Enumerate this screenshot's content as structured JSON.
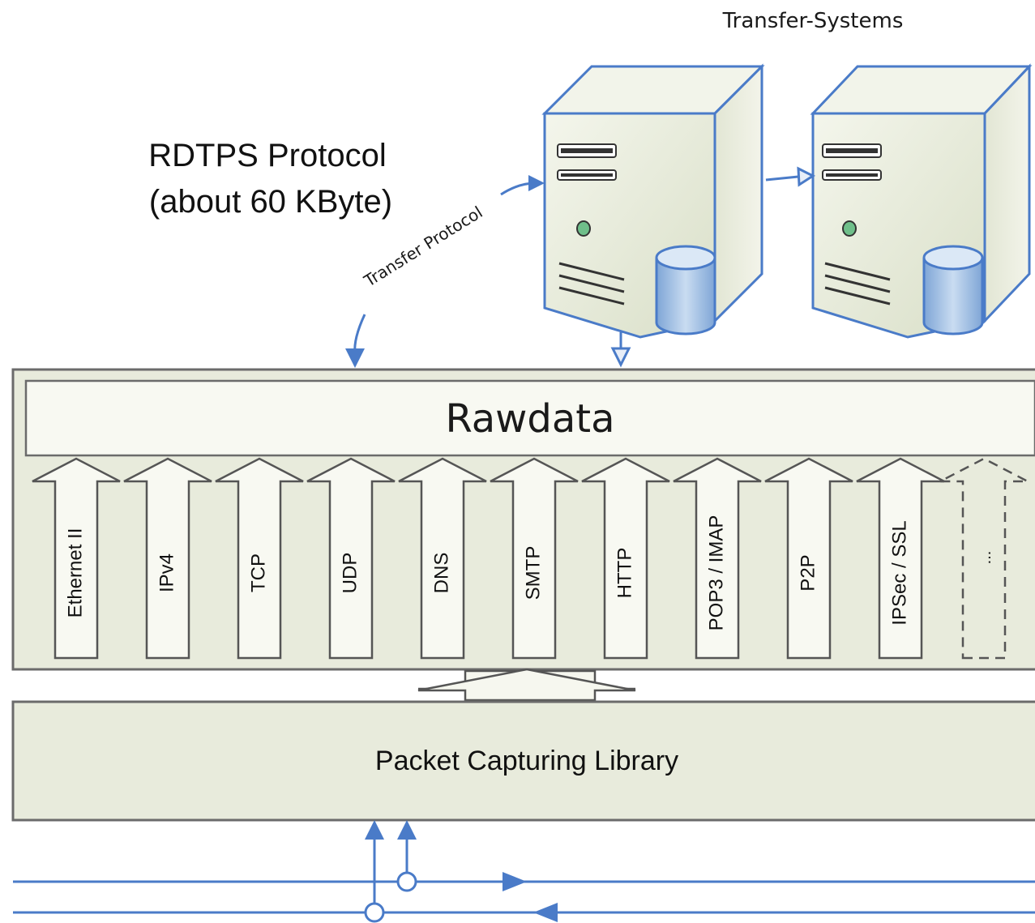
{
  "transfer_systems_label": "Transfer-Systems",
  "rdtps_line1": "RDTPS Protocol",
  "rdtps_line2": "(about 60 KByte)",
  "transfer_protocol_label": "Transfer Protocol",
  "rawdata_label": "Rawdata",
  "capture_label": "Packet Capturing Library",
  "protocols": [
    "Ethernet II",
    "IPv4",
    "TCP",
    "UDP",
    "DNS",
    "SMTP",
    "HTTP",
    "POP3 / IMAP",
    "P2P",
    "IPSec / SSL"
  ],
  "more_label": "...",
  "colors": {
    "accent_blue": "#4a7bc8",
    "box_fill": "#e8ebdc",
    "box_stroke": "#6b6b6b",
    "server_fill": "#e4e9d6",
    "db_fill": "#a8c4e4"
  }
}
